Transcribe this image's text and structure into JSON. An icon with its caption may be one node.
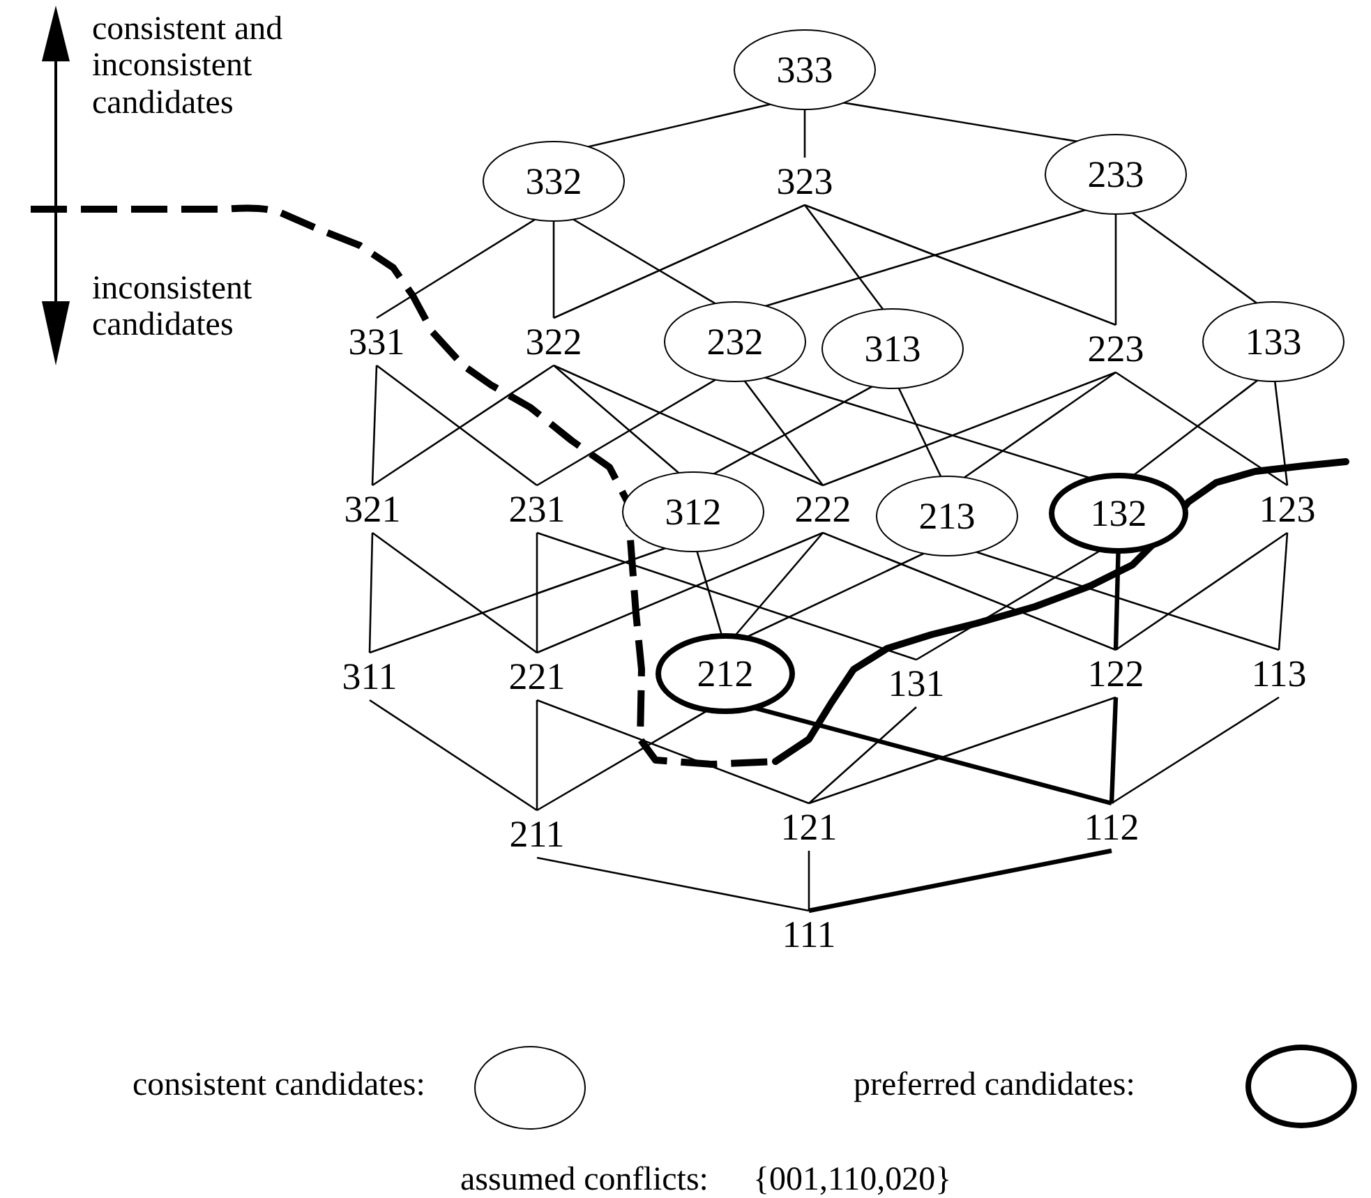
{
  "diagram": {
    "nodes": [
      {
        "text": [
          "333"
        ]
      },
      {
        "text": [
          "332"
        ]
      },
      {
        "text": [
          "323"
        ]
      },
      {
        "text": [
          "233"
        ]
      },
      {
        "text": [
          "331"
        ]
      },
      {
        "text": [
          "322"
        ]
      },
      {
        "text": [
          "232"
        ]
      },
      {
        "text": [
          "313"
        ]
      },
      {
        "text": [
          "223"
        ]
      },
      {
        "text": [
          "133"
        ]
      },
      {
        "text": [
          "321"
        ]
      },
      {
        "text": [
          "231"
        ]
      },
      {
        "text": [
          "312"
        ]
      },
      {
        "text": [
          "222"
        ]
      },
      {
        "text": [
          "213"
        ]
      },
      {
        "text": [
          "132"
        ]
      },
      {
        "text": [
          "123"
        ]
      },
      {
        "text": [
          "311"
        ]
      },
      {
        "text": [
          "221"
        ]
      },
      {
        "text": [
          "212"
        ]
      },
      {
        "text": [
          "131"
        ]
      },
      {
        "text": [
          "122"
        ]
      },
      {
        "text": [
          "113"
        ]
      },
      {
        "text": [
          "211"
        ]
      },
      {
        "text": [
          "121"
        ]
      },
      {
        "text": [
          "112"
        ]
      },
      {
        "text": [
          "111"
        ]
      }
    ],
    "edges": [
      {
        "from": 0,
        "to": 1,
        "arrow": "none"
      },
      {
        "from": 0,
        "to": 2,
        "arrow": "none"
      },
      {
        "from": 0,
        "to": 3,
        "arrow": "none"
      },
      {
        "from": 1,
        "to": 4,
        "arrow": "none"
      },
      {
        "from": 1,
        "to": 5,
        "arrow": "none"
      },
      {
        "from": 1,
        "to": 6,
        "arrow": "none"
      },
      {
        "from": 2,
        "to": 5,
        "arrow": "none"
      },
      {
        "from": 2,
        "to": 7,
        "arrow": "none"
      },
      {
        "from": 2,
        "to": 8,
        "arrow": "none"
      },
      {
        "from": 3,
        "to": 6,
        "arrow": "none"
      },
      {
        "from": 3,
        "to": 8,
        "arrow": "none"
      },
      {
        "from": 3,
        "to": 9,
        "arrow": "none"
      },
      {
        "from": 4,
        "to": 10,
        "arrow": "none"
      },
      {
        "from": 4,
        "to": 11,
        "arrow": "none"
      },
      {
        "from": 5,
        "to": 10,
        "arrow": "none"
      },
      {
        "from": 5,
        "to": 12,
        "arrow": "none"
      },
      {
        "from": 5,
        "to": 13,
        "arrow": "none"
      },
      {
        "from": 6,
        "to": 11,
        "arrow": "none"
      },
      {
        "from": 6,
        "to": 13,
        "arrow": "none"
      },
      {
        "from": 6,
        "to": 15,
        "arrow": "none"
      },
      {
        "from": 7,
        "to": 12,
        "arrow": "none"
      },
      {
        "from": 7,
        "to": 14,
        "arrow": "none"
      },
      {
        "from": 8,
        "to": 13,
        "arrow": "none"
      },
      {
        "from": 8,
        "to": 14,
        "arrow": "none"
      },
      {
        "from": 8,
        "to": 16,
        "arrow": "none"
      },
      {
        "from": 9,
        "to": 15,
        "arrow": "none"
      },
      {
        "from": 9,
        "to": 16,
        "arrow": "none"
      },
      {
        "from": 10,
        "to": 17,
        "arrow": "none"
      },
      {
        "from": 10,
        "to": 18,
        "arrow": "none"
      },
      {
        "from": 11,
        "to": 18,
        "arrow": "none"
      },
      {
        "from": 11,
        "to": 20,
        "arrow": "none"
      },
      {
        "from": 12,
        "to": 17,
        "arrow": "none"
      },
      {
        "from": 12,
        "to": 19,
        "arrow": "none"
      },
      {
        "from": 13,
        "to": 18,
        "arrow": "none"
      },
      {
        "from": 13,
        "to": 19,
        "arrow": "none"
      },
      {
        "from": 13,
        "to": 21,
        "arrow": "none"
      },
      {
        "from": 14,
        "to": 19,
        "arrow": "none"
      },
      {
        "from": 14,
        "to": 22,
        "arrow": "none"
      },
      {
        "from": 15,
        "to": 20,
        "arrow": "none"
      },
      {
        "from": 15,
        "to": 21,
        "arrow": "none",
        "style": "thick"
      },
      {
        "from": 16,
        "to": 21,
        "arrow": "none"
      },
      {
        "from": 16,
        "to": 22,
        "arrow": "none"
      },
      {
        "from": 17,
        "to": 23,
        "arrow": "none"
      },
      {
        "from": 18,
        "to": 23,
        "arrow": "none"
      },
      {
        "from": 18,
        "to": 24,
        "arrow": "none"
      },
      {
        "from": 19,
        "to": 23,
        "arrow": "none"
      },
      {
        "from": 19,
        "to": 25,
        "arrow": "none",
        "style": "thick"
      },
      {
        "from": 20,
        "to": 24,
        "arrow": "none"
      },
      {
        "from": 21,
        "to": 24,
        "arrow": "none"
      },
      {
        "from": 21,
        "to": 25,
        "arrow": "none",
        "style": "thick"
      },
      {
        "from": 22,
        "to": 25,
        "arrow": "none"
      },
      {
        "from": 23,
        "to": 26,
        "arrow": "none"
      },
      {
        "from": 24,
        "to": 26,
        "arrow": "none"
      },
      {
        "from": 25,
        "to": 26,
        "arrow": "none",
        "style": "thick"
      }
    ],
    "labels": [
      "consistent and inconsistent candidates",
      "inconsistent candidates",
      "assumed conflicts:",
      "{001,110,020}"
    ],
    "legend": [
      {
        "text": "consistent candidates:"
      },
      {
        "text": "preferred candidates:"
      }
    ]
  }
}
